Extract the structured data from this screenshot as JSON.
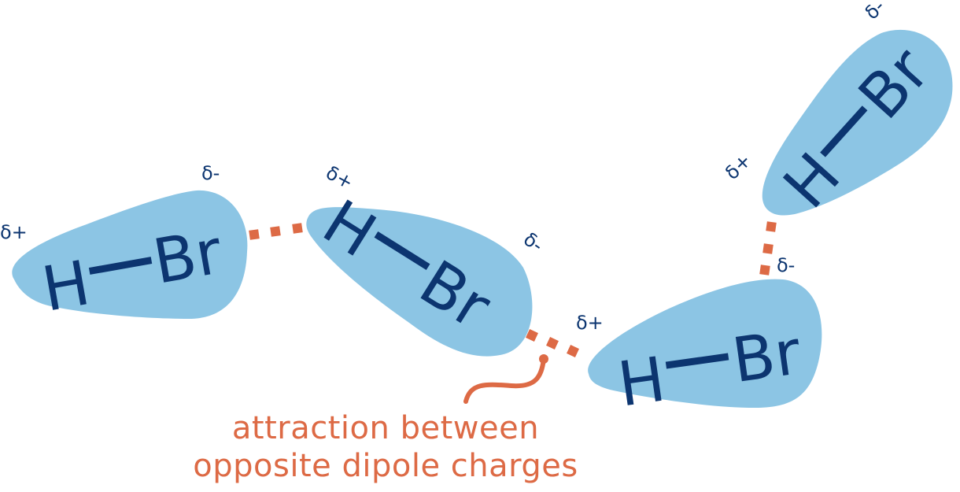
{
  "colors": {
    "molecule_fill": "#8cc5e4",
    "molecule_text": "#0c3570",
    "attraction": "#dd6a45",
    "background": "#ffffff"
  },
  "molecules": [
    {
      "id": "m1",
      "h": "H",
      "br": "Br",
      "bond": "—",
      "partial_pos": "δ+",
      "partial_neg": "δ-"
    },
    {
      "id": "m2",
      "h": "H",
      "br": "Br",
      "bond": "—",
      "partial_pos": "δ+",
      "partial_neg": "δ-"
    },
    {
      "id": "m3",
      "h": "H",
      "br": "Br",
      "bond": "—",
      "partial_pos": "δ+",
      "partial_neg": "δ-"
    },
    {
      "id": "m4",
      "h": "H",
      "br": "Br",
      "bond": "—",
      "partial_pos": "δ+",
      "partial_neg": "δ-"
    }
  ],
  "caption": {
    "line1": "attraction between",
    "line2": "opposite dipole charges"
  }
}
